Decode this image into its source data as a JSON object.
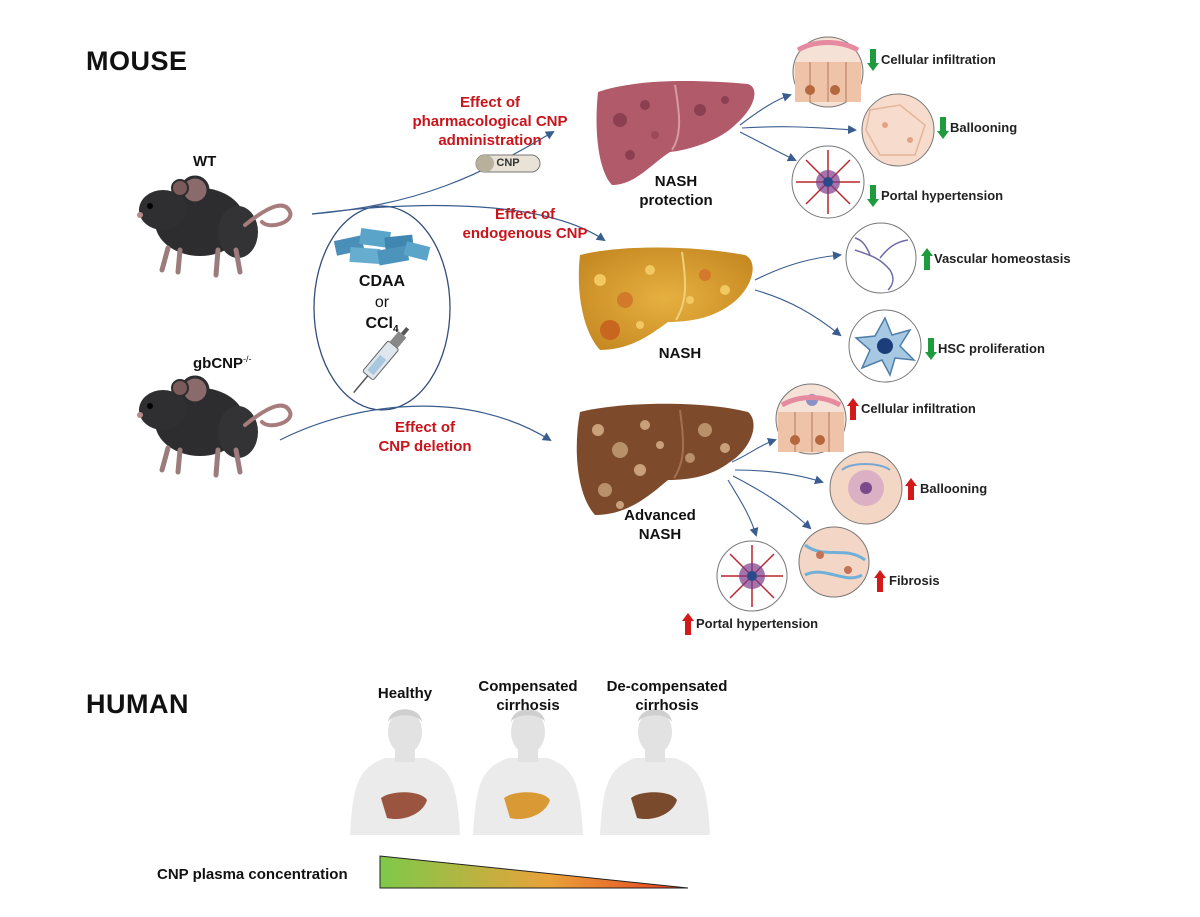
{
  "sections": {
    "mouse": "MOUSE",
    "human": "HUMAN"
  },
  "mice": {
    "wt": "WT",
    "ko_base": "gbCNP",
    "ko_sup": "-/-"
  },
  "treatment": {
    "diet": "CDAA",
    "or": "or",
    "toxin_base": "CCl",
    "toxin_sub": "4"
  },
  "capsule_label": "CNP",
  "effects": {
    "pharmacological": [
      "Effect of",
      "pharmacological CNP",
      "administration"
    ],
    "endogenous": [
      "Effect of",
      "endogenous CNP"
    ],
    "deletion": [
      "Effect of",
      "CNP deletion"
    ]
  },
  "livers": {
    "protection": [
      "NASH",
      "protection"
    ],
    "nash": "NASH",
    "advanced": [
      "Advanced",
      "NASH"
    ]
  },
  "outcomes": {
    "protection": [
      {
        "label": "Cellular infiltration",
        "direction": "down",
        "color": "#1e9b3c"
      },
      {
        "label": "Ballooning",
        "direction": "down",
        "color": "#1e9b3c"
      },
      {
        "label": "Portal hypertension",
        "direction": "down",
        "color": "#1e9b3c"
      }
    ],
    "nash": [
      {
        "label": "Vascular homeostasis",
        "direction": "up",
        "color": "#1e9b3c"
      },
      {
        "label": "HSC proliferation",
        "direction": "down",
        "color": "#1e9b3c"
      }
    ],
    "advanced": [
      {
        "label": "Cellular infiltration",
        "direction": "up",
        "color": "#d21a1a"
      },
      {
        "label": "Ballooning",
        "direction": "up",
        "color": "#d21a1a"
      },
      {
        "label": "Fibrosis",
        "direction": "up",
        "color": "#d21a1a"
      },
      {
        "label": "Portal hypertension",
        "direction": "up",
        "color": "#d21a1a"
      }
    ]
  },
  "human": {
    "stages": [
      {
        "label": [
          "Healthy"
        ]
      },
      {
        "label": [
          "Compensated",
          "cirrhosis"
        ]
      },
      {
        "label": [
          "De-compensated",
          "cirrhosis"
        ]
      }
    ],
    "concentration_label": "CNP plasma concentration",
    "gradient_colors": [
      "#7ec94a",
      "#e8a23a",
      "#e83a1e"
    ]
  },
  "colors": {
    "effect_text": "#c8141b",
    "arrow": "#3a5d8f"
  }
}
